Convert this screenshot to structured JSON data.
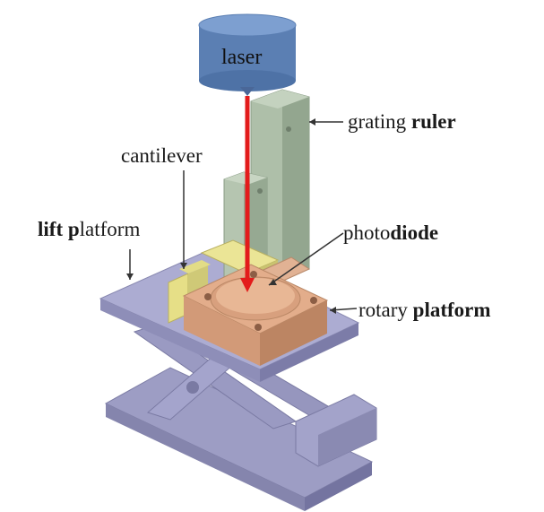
{
  "labels": {
    "laser": "laser",
    "grating_ruler": {
      "plain": "grating ",
      "bold": "ruler"
    },
    "cantilever": "cantilever",
    "lift_platform": {
      "bold1": "lift",
      "mid": " ",
      "bold2": "p",
      "rest": "latform"
    },
    "photodiode": {
      "plain": "photo",
      "bold": "diode"
    },
    "rotary_platform": {
      "plain": "rotary ",
      "bold": "platform"
    }
  },
  "colors": {
    "laser_body": "#5b7fb3",
    "laser_top": "#6f93c6",
    "beam": "#e31b1b",
    "column": "#a9b9a4",
    "column_side": "#8fa28b",
    "lift": "#a8a8cc",
    "lift_dark": "#8c8cb3",
    "rotary": "#dba584",
    "rotary_dark": "#c08868",
    "cantilever": "#e4e08c",
    "leader": "#333333"
  }
}
